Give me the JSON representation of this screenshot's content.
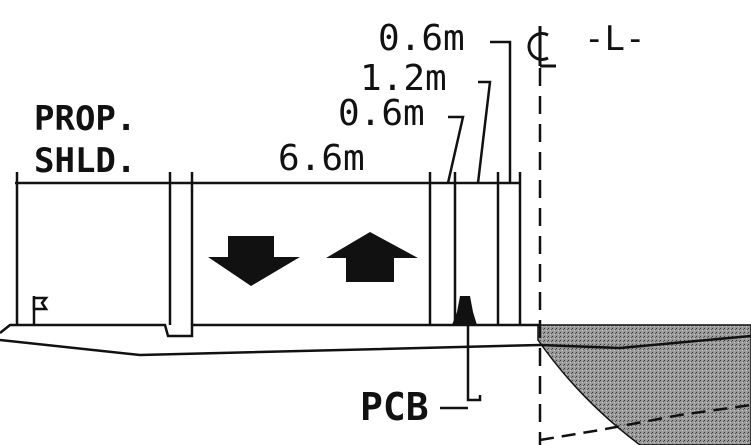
{
  "labels": {
    "dim_outer_0_6": "0.6m",
    "centerline_symbol": "CL",
    "alignment": "-L-",
    "dim_1_2": "1.2m",
    "dim_inner_0_6": "0.6m",
    "prop_line1": "PROP.",
    "prop_line2": "SHLD.",
    "dim_6_6": "6.6m",
    "pcb": "PCB"
  },
  "colors": {
    "ink": "#111111",
    "hatch": "#8a8a8a",
    "background": "#ffffff"
  },
  "icons": {
    "flag": "flag-icon",
    "traffic_down": "arrow-down-icon",
    "traffic_up": "arrow-up-icon",
    "barrier": "concrete-barrier-icon"
  }
}
